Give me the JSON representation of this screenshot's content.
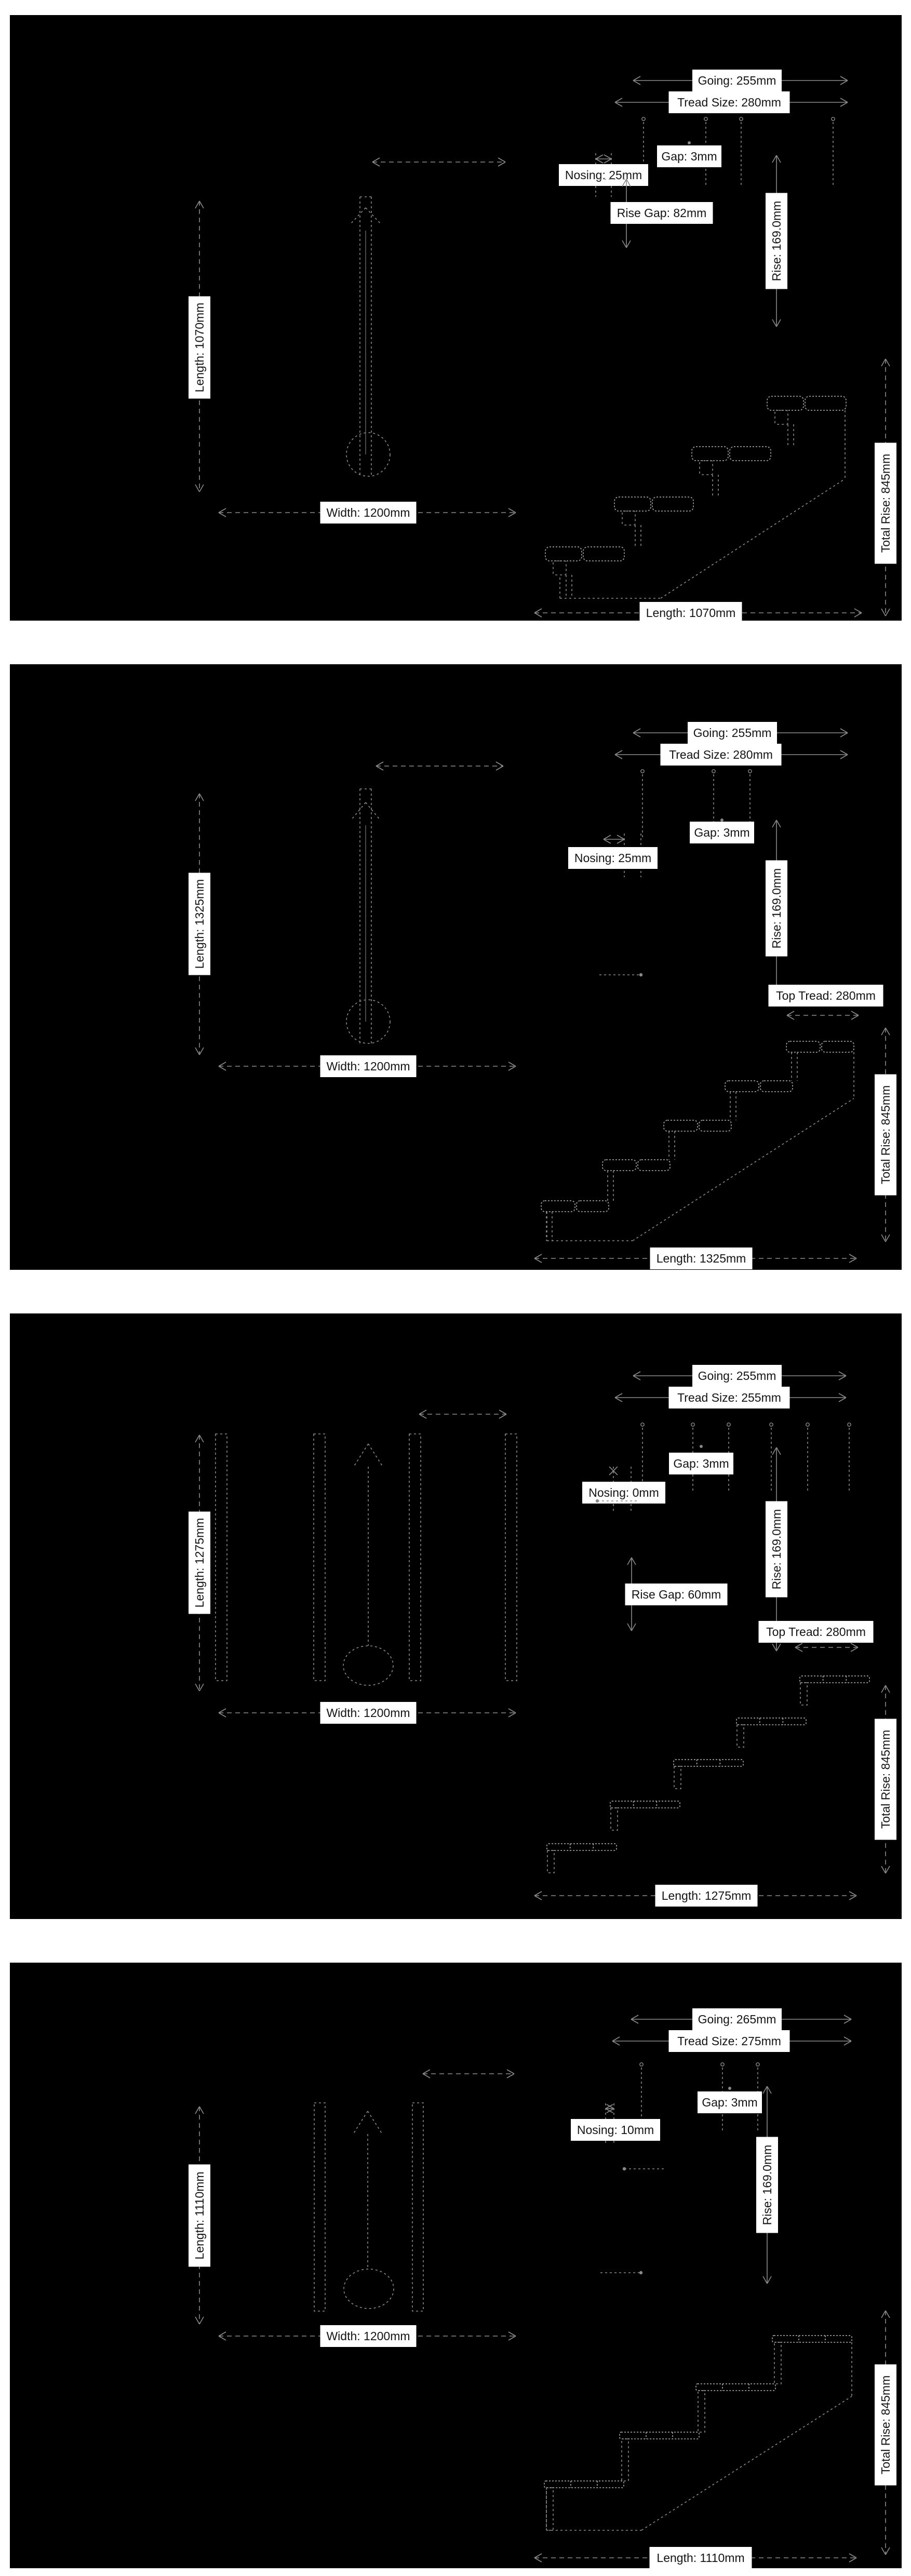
{
  "page": {
    "title": "Stair design option diagrams",
    "background_color": "#ffffff",
    "panel_background_color": "#000000",
    "construction_line_color": "#8a8a8a",
    "tread_line_color": "#9a9a9a",
    "label_background_color": "#ffffff",
    "label_text_color": "#141414"
  },
  "panels": [
    {
      "id": "stair-option-1",
      "plan": {
        "length_label": "Length: 1070mm",
        "width_label": "Width: 1200mm",
        "length_mm": 1070,
        "width_mm": 1200
      },
      "elevation": {
        "going_label": "Going: 255mm",
        "tread_size_label": "Tread Size: 280mm",
        "gap_label": "Gap: 3mm",
        "nosing_label": "Nosing: 25mm",
        "rise_gap_label": "Rise Gap: 82mm",
        "rise_label": "Rise: 169.0mm",
        "total_rise_label": "Total Rise: 845mm",
        "length_label": "Length: 1070mm",
        "top_tread_label": null,
        "going_mm": 255,
        "tread_size_mm": 280,
        "gap_mm": 3,
        "nosing_mm": 25,
        "rise_gap_mm": 82,
        "rise_mm": 169.0,
        "total_rise_mm": 845,
        "length_mm": 1070,
        "step_count": 4
      }
    },
    {
      "id": "stair-option-2",
      "plan": {
        "length_label": "Length: 1325mm",
        "width_label": "Width: 1200mm",
        "length_mm": 1325,
        "width_mm": 1200
      },
      "elevation": {
        "going_label": "Going: 255mm",
        "tread_size_label": "Tread Size: 280mm",
        "gap_label": "Gap: 3mm",
        "nosing_label": "Nosing: 25mm",
        "rise_gap_label": null,
        "rise_label": "Rise: 169.0mm",
        "total_rise_label": "Total Rise: 845mm",
        "length_label": "Length: 1325mm",
        "top_tread_label": "Top Tread: 280mm",
        "going_mm": 255,
        "tread_size_mm": 280,
        "gap_mm": 3,
        "nosing_mm": 25,
        "rise_mm": 169.0,
        "total_rise_mm": 845,
        "length_mm": 1325,
        "top_tread_mm": 280,
        "step_count": 5
      }
    },
    {
      "id": "stair-option-3",
      "plan": {
        "length_label": "Length: 1275mm",
        "width_label": "Width: 1200mm",
        "length_mm": 1275,
        "width_mm": 1200
      },
      "elevation": {
        "going_label": "Going: 255mm",
        "tread_size_label": "Tread Size: 255mm",
        "gap_label": "Gap: 3mm",
        "nosing_label": "Nosing: 0mm",
        "rise_gap_label": "Rise Gap: 60mm",
        "rise_label": "Rise: 169.0mm",
        "total_rise_label": "Total Rise: 845mm",
        "length_label": "Length: 1275mm",
        "top_tread_label": "Top Tread: 280mm",
        "going_mm": 255,
        "tread_size_mm": 255,
        "gap_mm": 3,
        "nosing_mm": 0,
        "rise_gap_mm": 60,
        "rise_mm": 169.0,
        "total_rise_mm": 845,
        "length_mm": 1275,
        "top_tread_mm": 280,
        "step_count": 5
      }
    },
    {
      "id": "stair-option-4",
      "plan": {
        "length_label": "Length: 1110mm",
        "width_label": "Width: 1200mm",
        "length_mm": 1110,
        "width_mm": 1200
      },
      "elevation": {
        "going_label": "Going: 265mm",
        "tread_size_label": "Tread Size: 275mm",
        "gap_label": "Gap: 3mm",
        "nosing_label": "Nosing: 10mm",
        "rise_gap_label": null,
        "rise_label": "Rise: 169.0mm",
        "total_rise_label": "Total Rise: 845mm",
        "length_label": "Length: 1110mm",
        "top_tread_label": null,
        "going_mm": 265,
        "tread_size_mm": 275,
        "gap_mm": 3,
        "nosing_mm": 10,
        "rise_mm": 169.0,
        "total_rise_mm": 845,
        "length_mm": 1110,
        "step_count": 4
      }
    }
  ]
}
